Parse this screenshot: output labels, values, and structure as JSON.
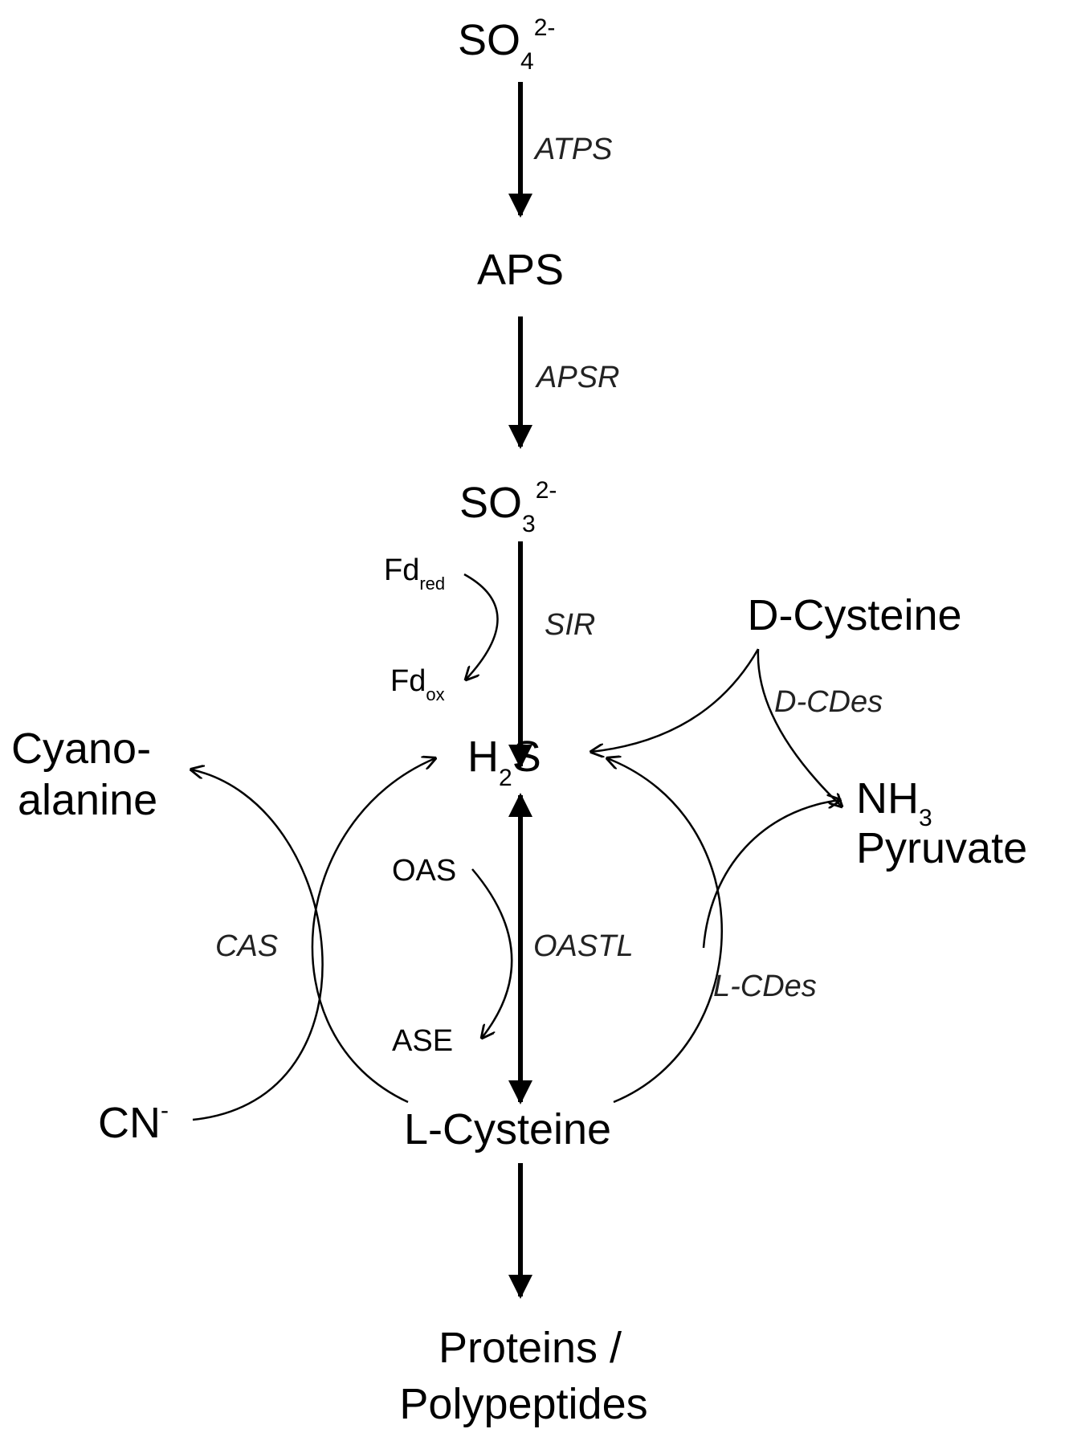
{
  "compounds": {
    "so4": {
      "base": "SO",
      "sub": "4",
      "sup": "2-"
    },
    "aps": "APS",
    "so3": {
      "base": "SO",
      "sub": "3",
      "sup": "2-"
    },
    "h2s": {
      "pre": "H",
      "sub": "2",
      "post": "S"
    },
    "l_cysteine": "L-Cysteine",
    "proteins_line1": "Proteins /",
    "proteins_line2": "Polypeptides",
    "cyanoalanine_line1": "Cyano-",
    "cyanoalanine_line2": "alanine",
    "cn": {
      "base": "CN",
      "sup": "-"
    },
    "d_cysteine": "D-Cysteine",
    "nh3": {
      "base": "NH",
      "sub": "3"
    },
    "pyruvate": "Pyruvate",
    "fd_red": {
      "base": "Fd",
      "sub": "red"
    },
    "fd_ox": {
      "base": "Fd",
      "sub": "ox"
    },
    "oas": "OAS",
    "ase": "ASE"
  },
  "enzymes": {
    "atps": "ATPS",
    "apsr": "APSR",
    "sir": "SIR",
    "oastl": "OASTL",
    "cas": "CAS",
    "l_cdes": "L-CDes",
    "d_cdes": "D-CDes"
  }
}
